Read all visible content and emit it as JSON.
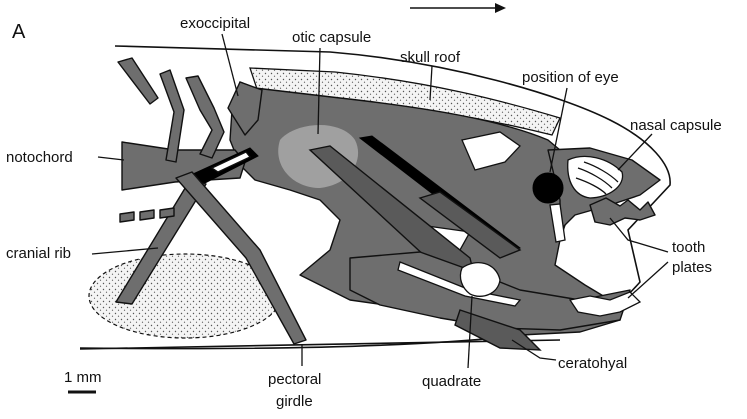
{
  "panel_letter": "A",
  "labels": {
    "exoccipital": "exoccipital",
    "otic_capsule": "otic capsule",
    "skull_roof": "skull roof",
    "position_of_eye": "position of eye",
    "nasal_capsule": "nasal capsule",
    "notochord": "notochord",
    "cranial_rib": "cranial rib",
    "tooth_plates_1": "tooth",
    "tooth_plates_2": "plates",
    "pectoral_girdle_1": "pectoral",
    "pectoral_girdle_2": "girdle",
    "quadrate": "quadrate",
    "ceratohyal": "ceratohyal"
  },
  "scale_bar": {
    "label": "1 mm"
  },
  "colors": {
    "bone": "#6e6e6e",
    "otic": "#a0a0a0",
    "stipple": "#e6e6e6",
    "ink": "#111111"
  }
}
